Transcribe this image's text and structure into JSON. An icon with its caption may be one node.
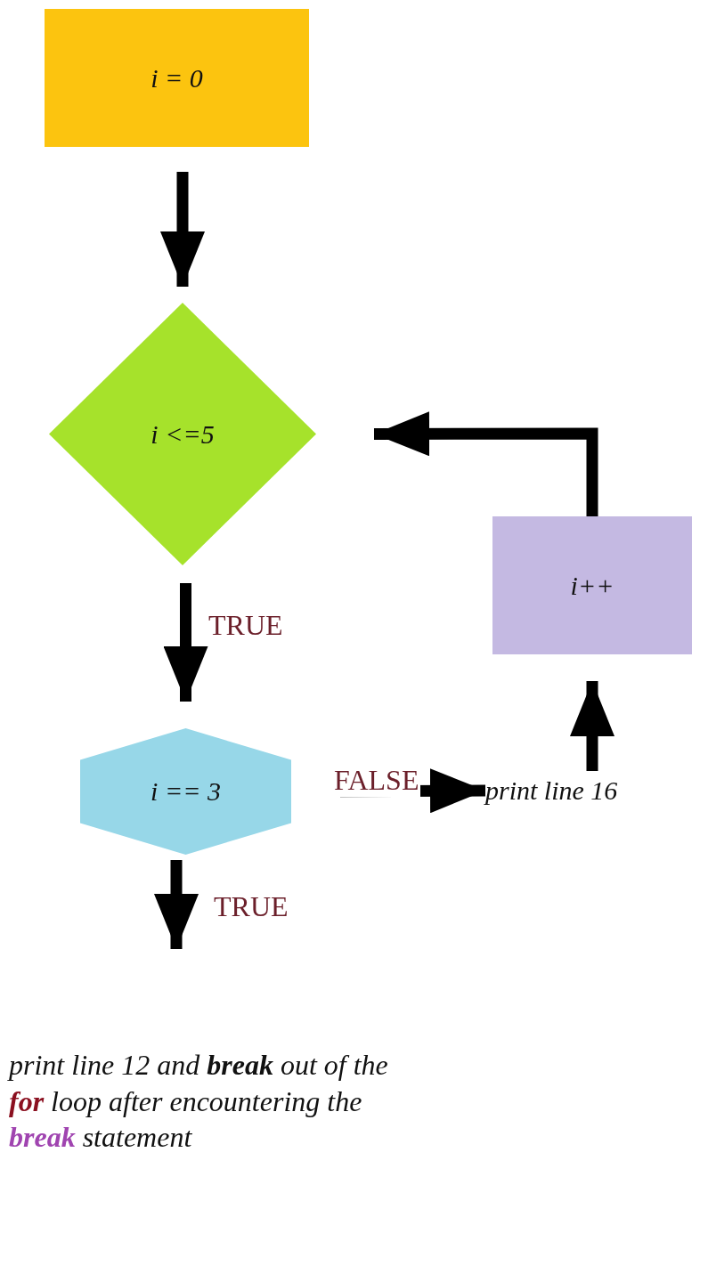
{
  "diagram": {
    "nodes": [
      {
        "text": [
          "i = 0"
        ]
      },
      {
        "text": [
          "i <=5"
        ]
      },
      {
        "text": [
          "i++"
        ]
      },
      {
        "text": [
          "i == 3"
        ]
      },
      {
        "text": [
          "print line 16"
        ]
      },
      {
        "text": [
          "print line 12 and **break** out of the **for** loop after encountering the **break** statement"
        ]
      }
    ],
    "edges": [
      {
        "from": 0,
        "to": 1,
        "arrow": "to"
      },
      {
        "from": 1,
        "to": 3,
        "arrow": "to",
        "label": "TRUE"
      },
      {
        "from": 3,
        "to": 4,
        "arrow": "to",
        "label": "FALSE"
      },
      {
        "from": 4,
        "to": 2,
        "arrow": "to"
      },
      {
        "from": 2,
        "to": 1,
        "arrow": "to"
      },
      {
        "from": 3,
        "to": 5,
        "arrow": "to",
        "label": "TRUE"
      }
    ]
  }
}
